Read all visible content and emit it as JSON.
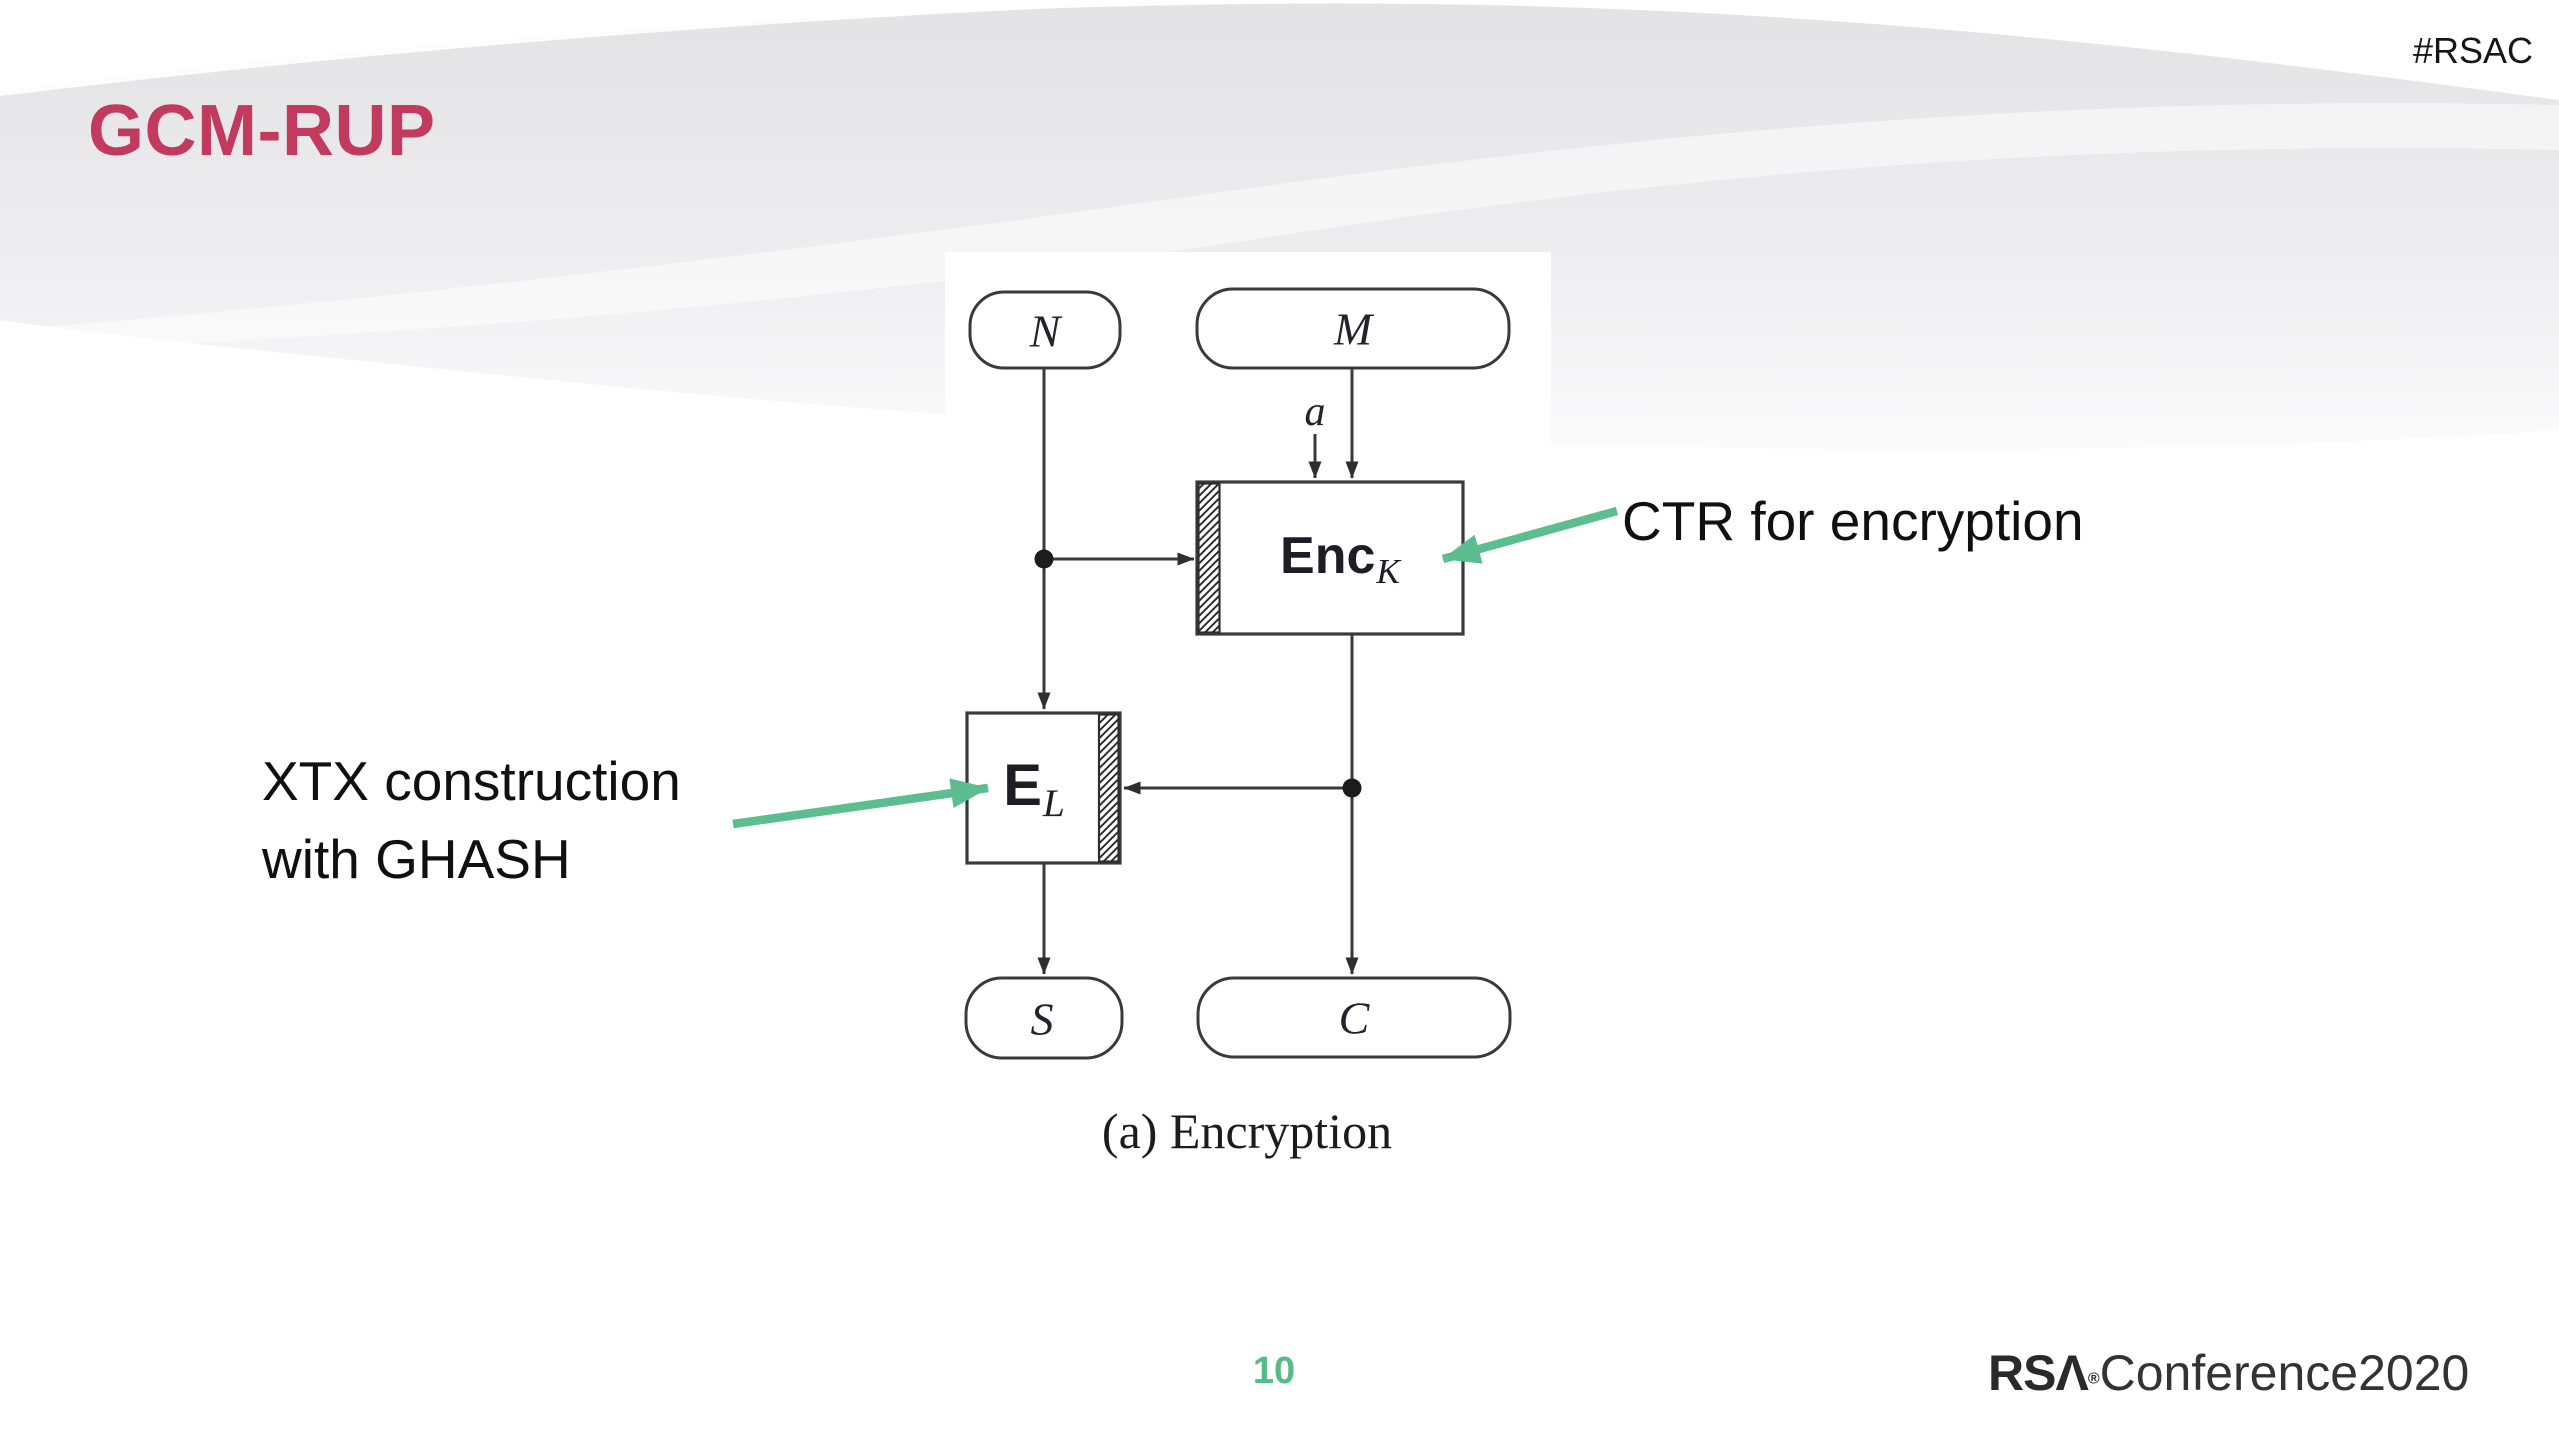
{
  "header": {
    "title": "GCM-RUP",
    "hashtag": "#RSAC"
  },
  "annotations": {
    "xtx_line1": "XTX construction",
    "xtx_line2": "with GHASH",
    "ctr": "CTR for encryption"
  },
  "diagram": {
    "caption": "(a) Encryption",
    "node_n": "N",
    "node_m": "M",
    "label_a": "a",
    "enc_main": "Enc",
    "enc_sub": "K",
    "e_main": "E",
    "e_sub": "L",
    "node_s": "S",
    "node_c": "C"
  },
  "footer": {
    "page_number": "10",
    "logo_brand": "RSΛ",
    "logo_reg": "®",
    "logo_suffix": "Conference2020"
  },
  "colors": {
    "accent_green": "#5cbd8e",
    "title_red": "#c23a5e",
    "page_number_green": "#56bb84",
    "diagram_line": "#3a3a3a"
  }
}
